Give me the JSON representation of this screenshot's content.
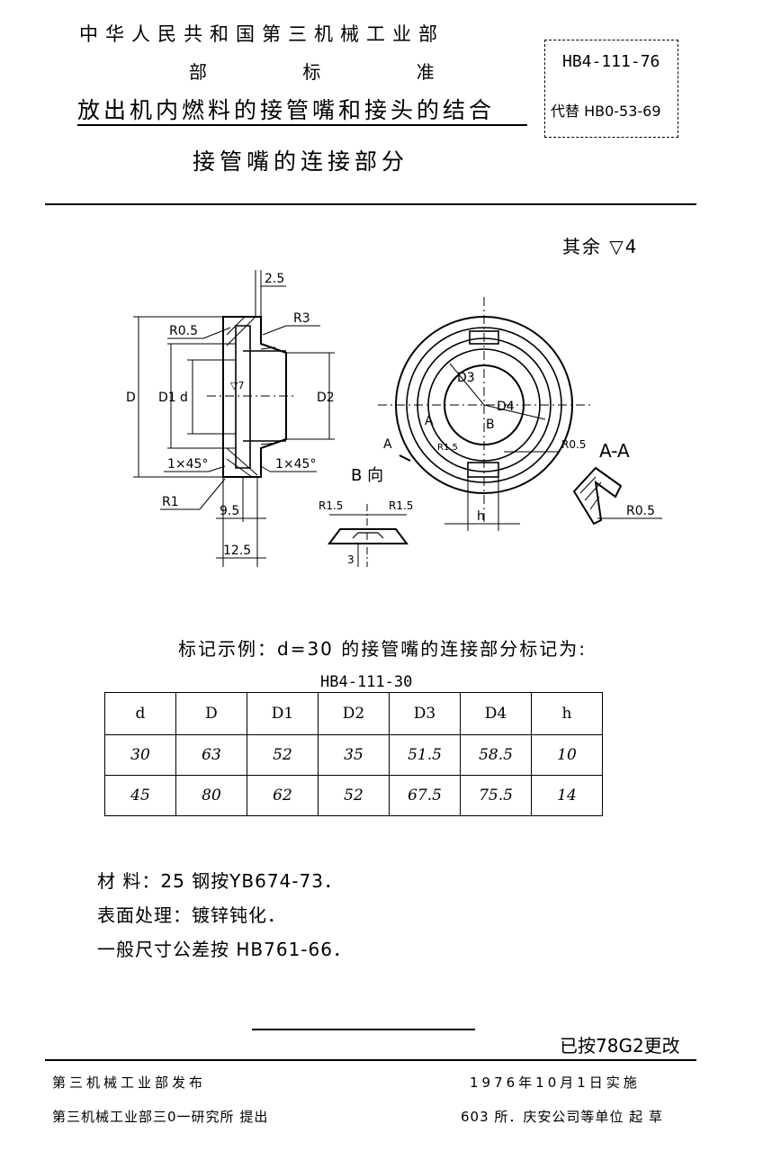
{
  "header": {
    "ministry": "中华人民共和国第三机械工业部",
    "standard_type": [
      "部",
      "标",
      "准"
    ],
    "title": "放出机内燃料的接管嘴和接头的结合",
    "subtitle": "接管嘴的连接部分",
    "standard_code": "HB4-111-76",
    "replaces": "代替 HB0-53-69"
  },
  "drawing": {
    "roughness": "其余 ▽4",
    "view_b_label": "B 向",
    "section_label": "A-A",
    "labels": {
      "dim_2_5": "2.5",
      "r0_5": "R0.5",
      "r3": "R3",
      "big_d": "D",
      "d1": "D1",
      "small_d": "d",
      "v7": "▽7",
      "d2": "D2",
      "chamfer_left": "1×45°",
      "chamfer_right": "1×45°",
      "r1": "R1",
      "dim_9_5": "9.5",
      "dim_12_5": "12.5",
      "r1_5_left": "R1.5",
      "r1_5_right": "R1.5",
      "dim_3": "3",
      "d3": "D3",
      "d4": "D4",
      "b": "B",
      "a_top": "A",
      "a_left": "A",
      "r0_5_circle": "R1.5",
      "r0_5_right": "R0.5",
      "h": "h",
      "r0_5_section": "R0.5"
    }
  },
  "example": {
    "text": "标记示例：d=30 的接管嘴的连接部分标记为:",
    "mark": "HB4-111-30"
  },
  "table": {
    "headers": [
      "d",
      "D",
      "D1",
      "D2",
      "D3",
      "D4",
      "h"
    ],
    "rows": [
      [
        "30",
        "63",
        "52",
        "35",
        "51.5",
        "58.5",
        "10"
      ],
      [
        "45",
        "80",
        "62",
        "52",
        "67.5",
        "75.5",
        "14"
      ]
    ]
  },
  "notes": {
    "material": "材  料：25 钢按YB674-73．",
    "surface": "表面处理：镀锌钝化．",
    "tolerance": "一般尺寸公差按 HB761-66．"
  },
  "footer": {
    "changed": "已按78G2更改",
    "issued_by": "第三机械工业部发布",
    "implement_date": "1976年10月1日实施",
    "proposed_by": "第三机械工业部三0一研究所 提出",
    "drafted_by": "603 所．庆安公司等单位 起 草"
  }
}
